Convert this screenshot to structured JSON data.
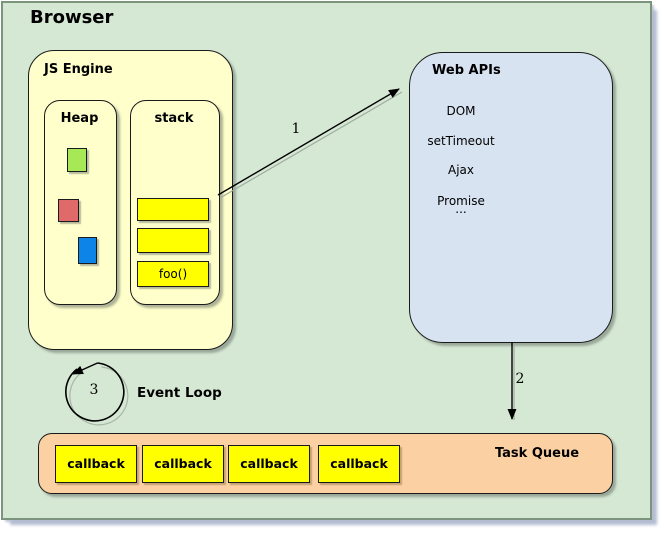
{
  "window": {
    "title": "Browser"
  },
  "js_engine": {
    "label": "JS Engine",
    "heap": {
      "label": "Heap"
    },
    "stack": {
      "label": "stack",
      "frames": [
        "",
        "",
        "foo()"
      ]
    }
  },
  "web_apis": {
    "label": "Web APIs",
    "items": [
      "DOM",
      "setTimeout",
      "Ajax",
      "Promise",
      "..."
    ]
  },
  "arrows": {
    "stack_to_webapis_label": "1",
    "webapis_to_taskqueue_label": "2",
    "event_loop_step_label": "3"
  },
  "event_loop": {
    "label": "Event Loop"
  },
  "task_queue": {
    "label": "Task Queue",
    "callbacks": [
      "callback",
      "callback",
      "callback",
      "callback"
    ]
  },
  "colors": {
    "canvas_bg": "#d5e8d4",
    "window_border": "#7b947b",
    "js_engine_fill": "#ffffcc",
    "web_apis_fill": "#d8e3f2",
    "task_queue_fill": "#fbd0a3",
    "highlight_yellow": "#ffff00",
    "heap_green": "#a7e857",
    "heap_red": "#e06a6a",
    "heap_blue": "#0d84e8"
  }
}
